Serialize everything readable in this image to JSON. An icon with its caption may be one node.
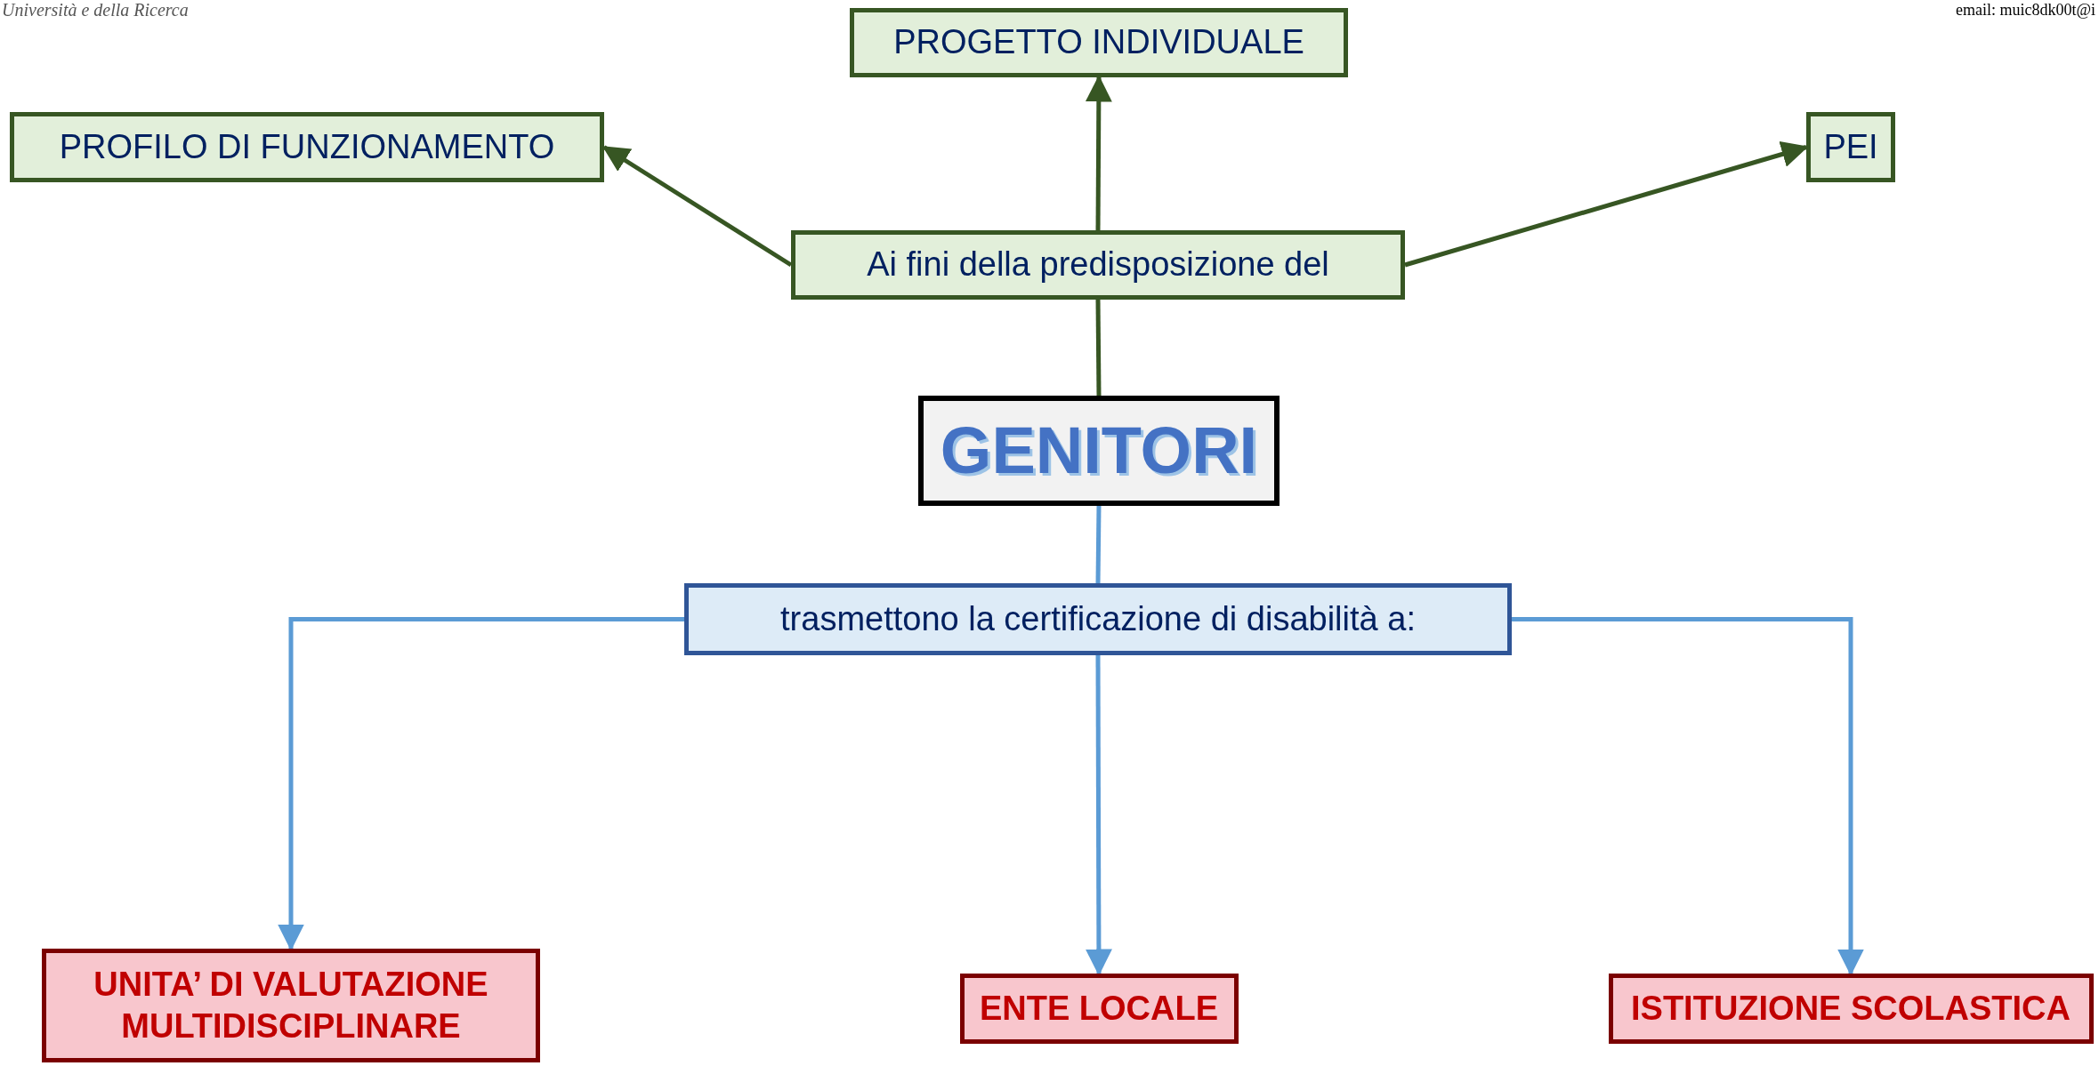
{
  "diagram": {
    "nodes": [
      {
        "text": [
          "PROGETTO INDIVIDUALE"
        ]
      },
      {
        "text": [
          "PROFILO DI FUNZIONAMENTO"
        ]
      },
      {
        "text": [
          "PEI"
        ]
      },
      {
        "text": [
          "Ai fini della predisposizione del"
        ]
      },
      {
        "text": [
          "GENITORI"
        ]
      },
      {
        "text": [
          "trasmettono la certificazione di disabilità a:"
        ]
      },
      {
        "text": [
          "UNITA’ DI VALUTAZIONE MULTIDISCIPLINARE"
        ]
      },
      {
        "text": [
          "ENTE LOCALE"
        ]
      },
      {
        "text": [
          "ISTITUZIONE SCOLASTICA"
        ]
      }
    ],
    "edges": [
      {
        "from": 3,
        "to": 0,
        "arrow": "to"
      },
      {
        "from": 3,
        "to": 1,
        "arrow": "to"
      },
      {
        "from": 3,
        "to": 2,
        "arrow": "to"
      },
      {
        "from": 4,
        "to": 3,
        "arrow": "none"
      },
      {
        "from": 4,
        "to": 5,
        "arrow": "none",
        "color": "#5b9bd5"
      },
      {
        "from": 5,
        "to": 6,
        "arrow": "to",
        "color": "#5b9bd5"
      },
      {
        "from": 5,
        "to": 7,
        "arrow": "to",
        "color": "#5b9bd5"
      },
      {
        "from": 5,
        "to": 8,
        "arrow": "to",
        "color": "#5b9bd5"
      }
    ],
    "labels": [
      "Università e della Ricerca",
      "email: muic8dk00t@i"
    ]
  }
}
